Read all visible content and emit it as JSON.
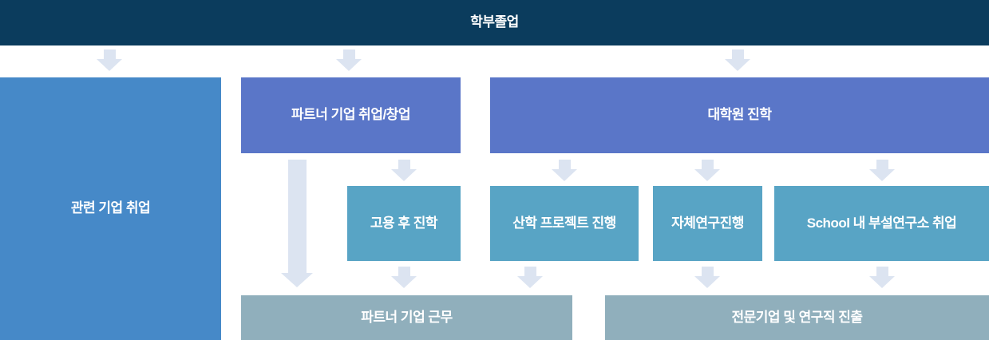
{
  "diagram": {
    "title_node": {
      "label": "학부졸업"
    },
    "level1": [
      {
        "id": "related-company-employment",
        "label": "관련 기업 취업"
      },
      {
        "id": "partner-company-employment-startup",
        "label": "파트너 기업 취업/창업"
      },
      {
        "id": "graduate-school-admission",
        "label": "대학원 진학"
      }
    ],
    "level2": [
      {
        "id": "study-after-employment",
        "label": "고용 후 진학"
      },
      {
        "id": "industry-academic-project",
        "label": "산학 프로젝트 진행"
      },
      {
        "id": "independent-research",
        "label": "자체연구진행"
      },
      {
        "id": "school-affiliated-research-institute-employment",
        "label": "School 내 부설연구소 취업"
      }
    ],
    "level3": [
      {
        "id": "partner-company-work",
        "label": "파트너 기업 근무"
      },
      {
        "id": "professional-company-research-advancement",
        "label": "전문기업 및 연구직 진출"
      }
    ],
    "colors": {
      "root_navy": "#0b3c5d",
      "level1_blue": "#4689c8",
      "level1_indigo": "#5a76c8",
      "level2_teal": "#58a4c5",
      "level3_slate": "#90afbc",
      "arrow_light_blue": "#dce4f1",
      "text_white": "#ffffff",
      "background": "#ffffff"
    }
  }
}
